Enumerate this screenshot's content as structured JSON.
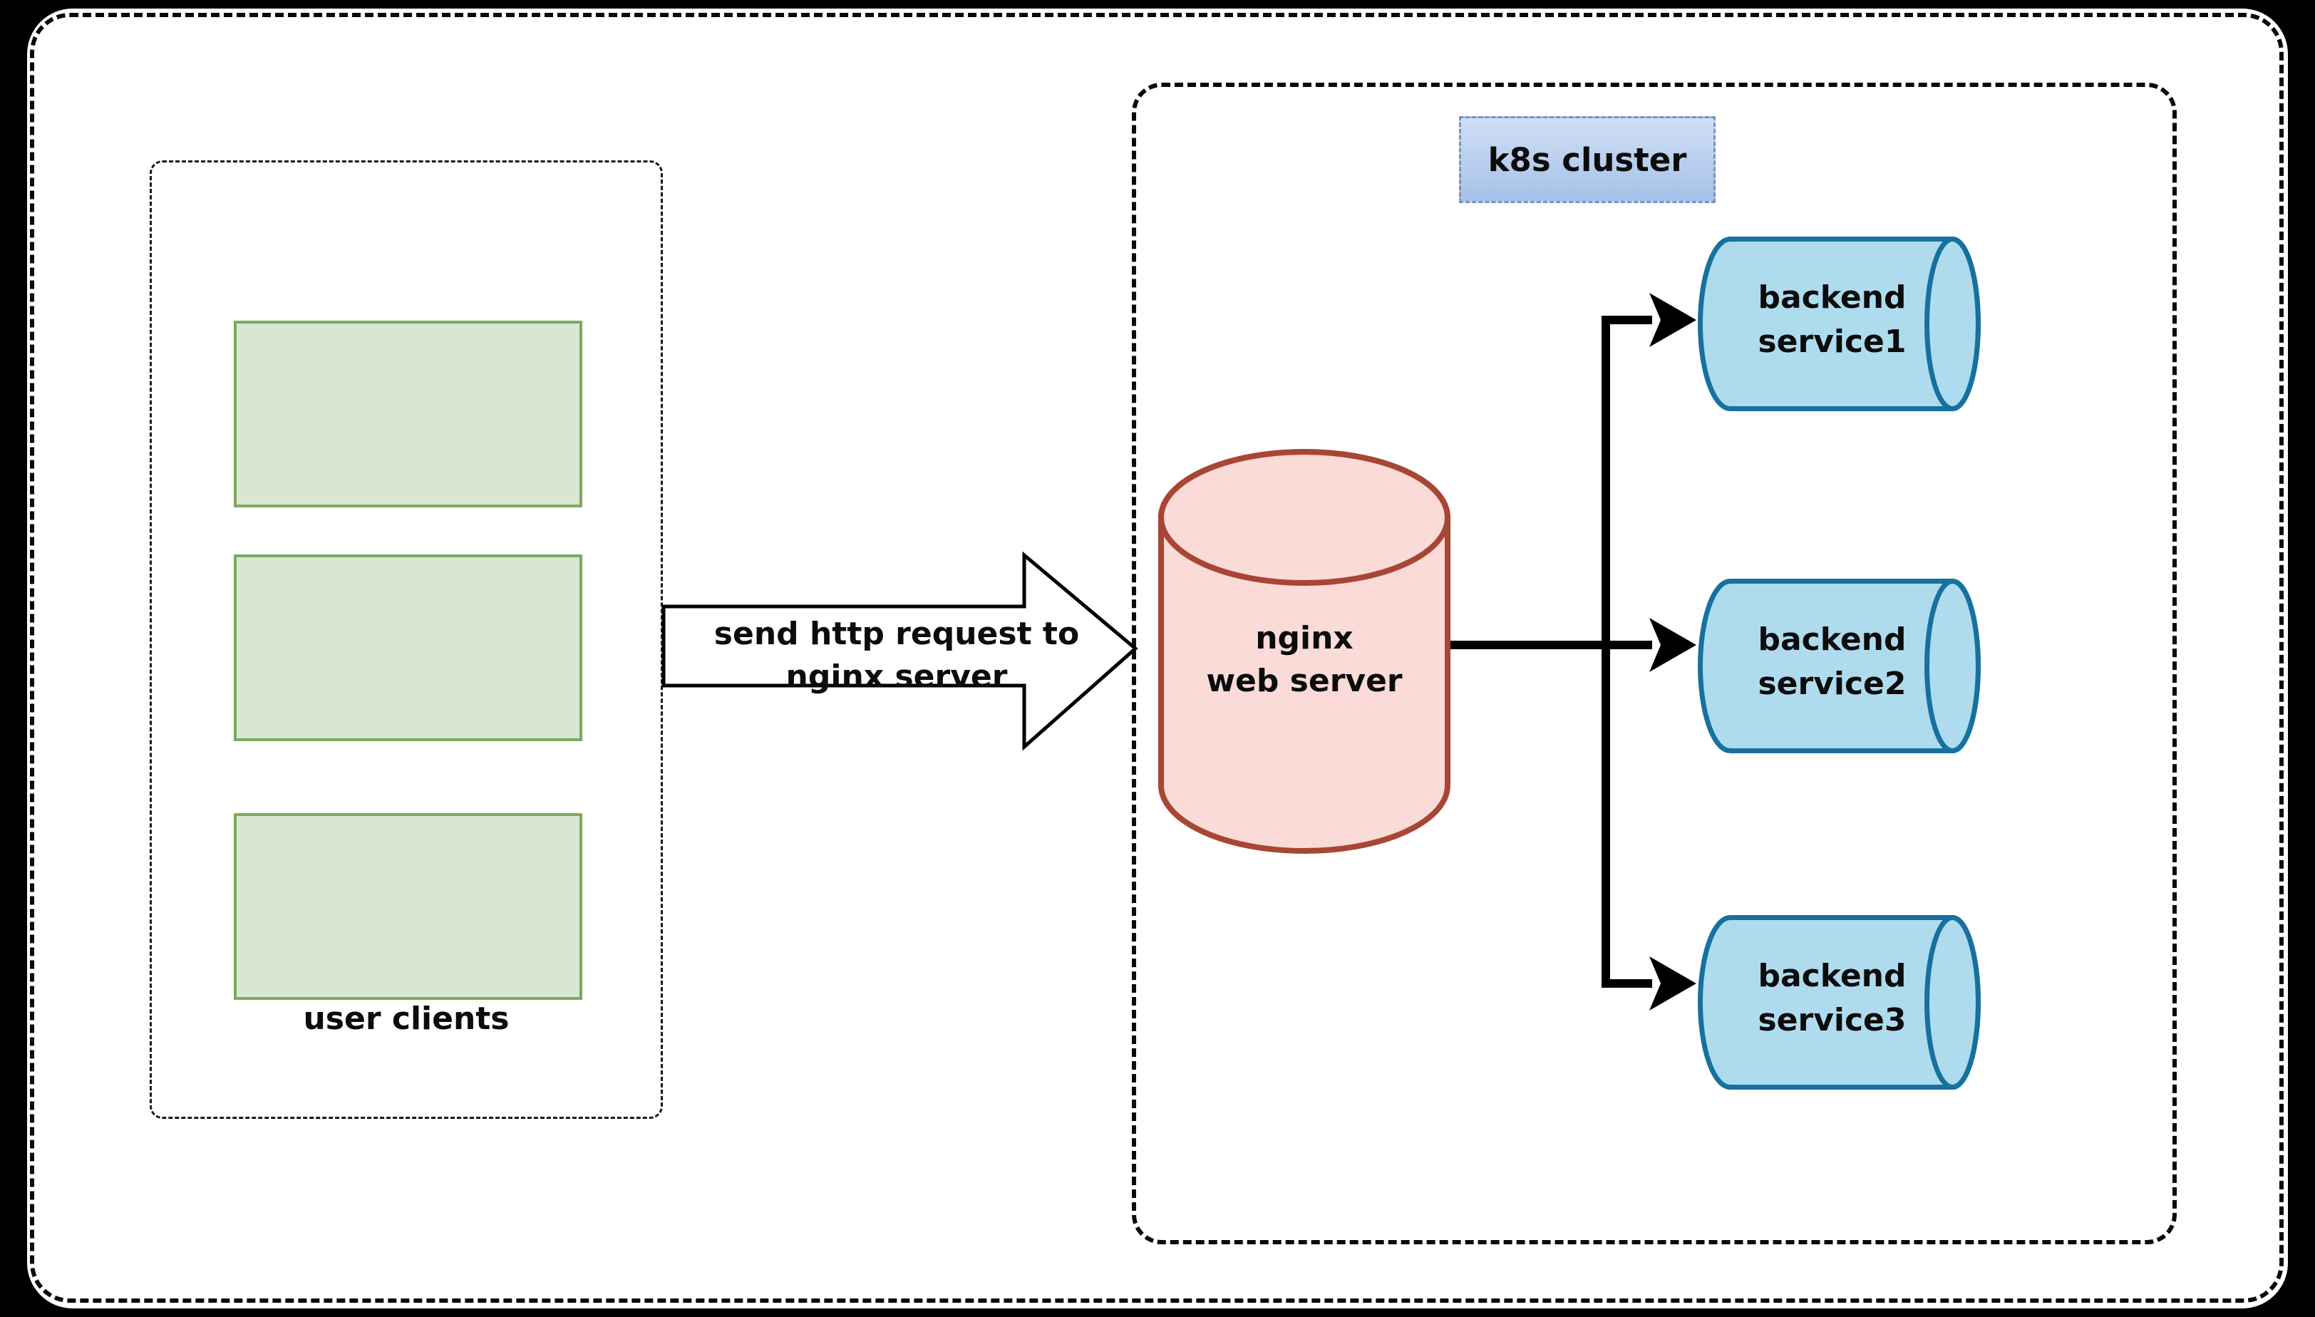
{
  "clients": {
    "label": "user clients",
    "box_count": 3
  },
  "request_arrow": {
    "line1": "send http request to",
    "line2": "nginx server"
  },
  "cluster": {
    "label": "k8s cluster",
    "nginx": {
      "line1": "nginx",
      "line2": "web server"
    },
    "services": [
      {
        "line1": "backend",
        "line2": "service1"
      },
      {
        "line1": "backend",
        "line2": "service2"
      },
      {
        "line1": "backend",
        "line2": "service3"
      }
    ]
  },
  "colors": {
    "background": "#000000",
    "canvas": "#ffffff",
    "client_fill": "#d7e7d3",
    "client_stroke": "#7ca95e",
    "nginx_fill": "#fadbd7",
    "nginx_stroke": "#a84634",
    "service_fill": "#aedcee",
    "service_stroke": "#17719f",
    "k8s_label_fill_top": "#cfdff6",
    "k8s_label_fill_bottom": "#a6c1e7",
    "k8s_label_stroke": "#7b93c0",
    "connector": "#000000"
  }
}
